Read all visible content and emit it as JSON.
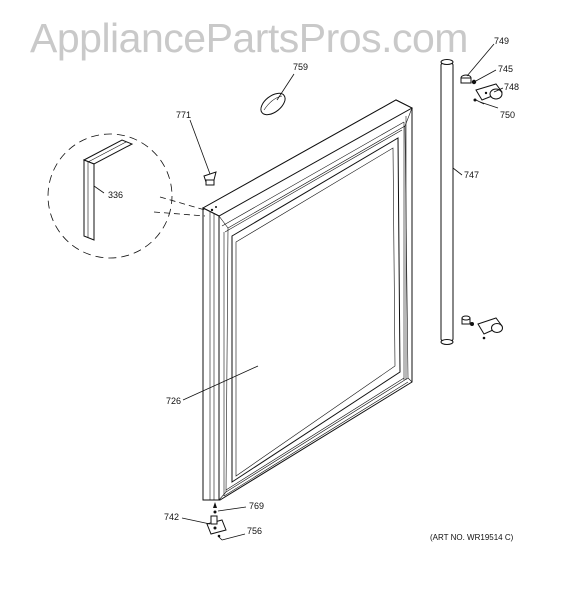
{
  "watermark": "AppliancePartsPros.com",
  "art_number": "(ART NO. WR19514 C)",
  "parts": {
    "p336": "336",
    "p726": "726",
    "p742": "742",
    "p745": "745",
    "p747": "747",
    "p748": "748",
    "p750": "750",
    "p756": "756",
    "p759": "759",
    "p769": "769",
    "p771": "771",
    "p749": "749"
  }
}
